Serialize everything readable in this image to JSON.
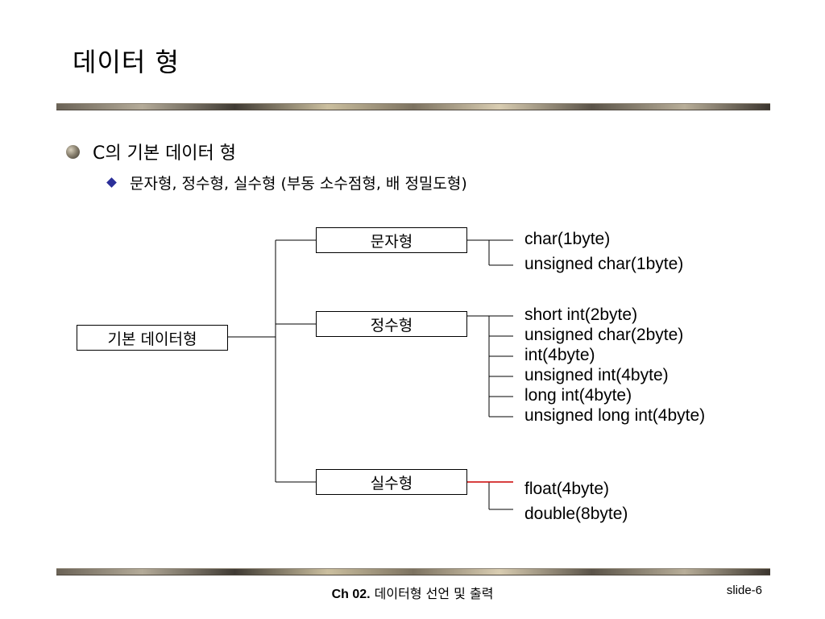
{
  "slide": {
    "title": "데이터 형",
    "bullet1": "C의 기본 데이터 형",
    "bullet2": "문자형, 정수형, 실수형 (부동 소수점형, 배 정밀도형)"
  },
  "diagram": {
    "root": "기본 데이터형",
    "groups": [
      {
        "label": "문자형",
        "items": [
          "char(1byte)",
          "unsigned char(1byte)"
        ]
      },
      {
        "label": "정수형",
        "items": [
          "short int(2byte)",
          "unsigned char(2byte)",
          "int(4byte)",
          "unsigned int(4byte)",
          "long int(4byte)",
          "unsigned long int(4byte)"
        ]
      },
      {
        "label": "실수형",
        "items": [
          "float(4byte)",
          "double(8byte)"
        ]
      }
    ]
  },
  "footer": {
    "chapter": "Ch 02.",
    "text": "데이터형 선언 및 출력",
    "slide_number": "slide-6"
  },
  "colors": {
    "accent_line": "#cc0000",
    "bullet_diamond": "#2b2f99"
  }
}
